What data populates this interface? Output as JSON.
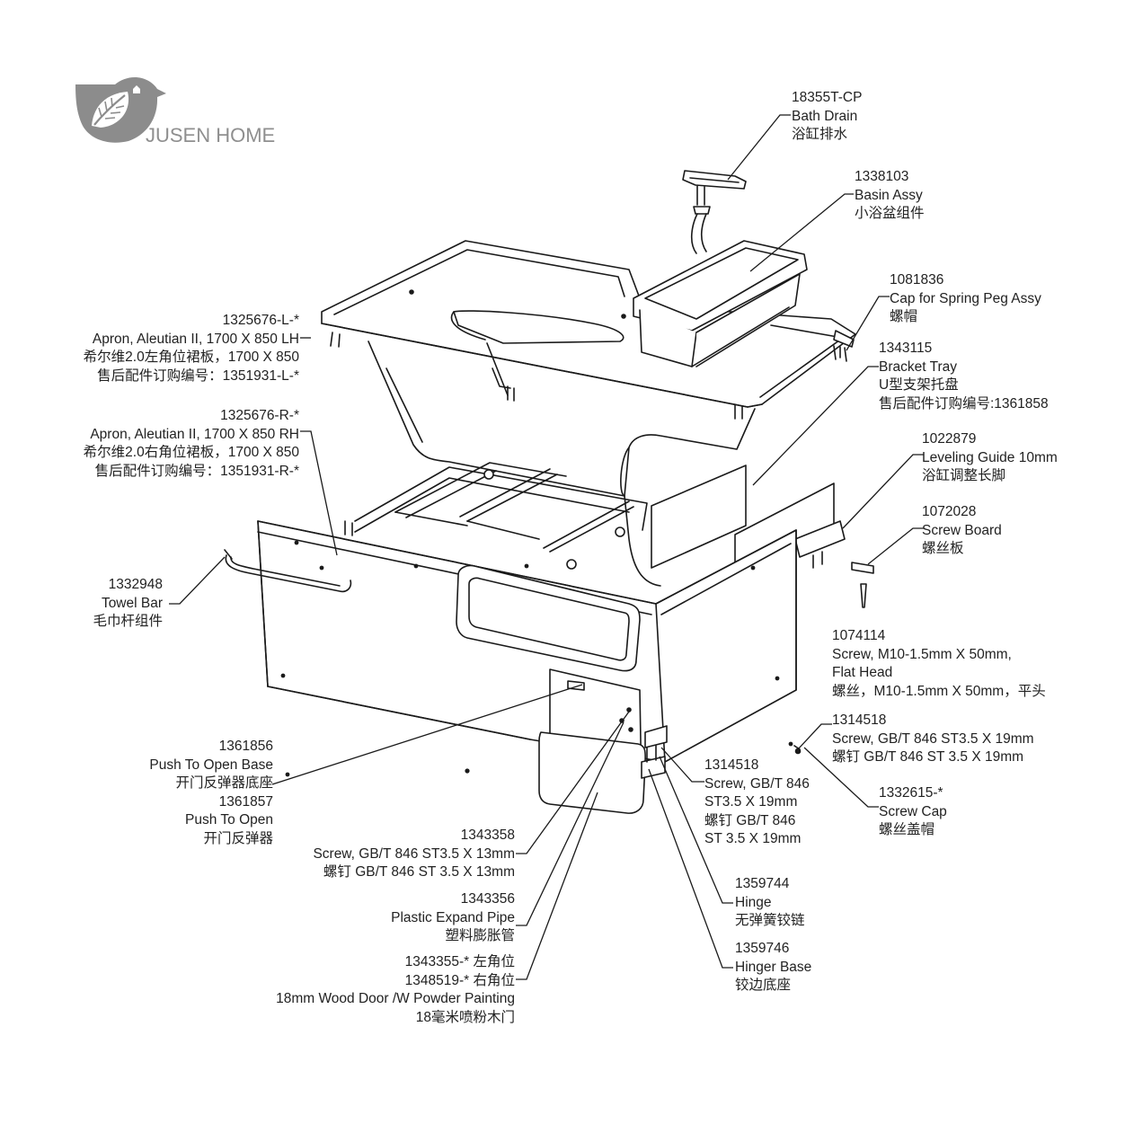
{
  "brand": {
    "name": "JUSEN HOME"
  },
  "labels": [
    {
      "id": "bath-drain",
      "lines": [
        "18355T-CP",
        "Bath Drain",
        "浴缸排水"
      ]
    },
    {
      "id": "basin-assy",
      "lines": [
        "1338103",
        "Basin Assy",
        "小浴盆组件"
      ]
    },
    {
      "id": "cap-spring-peg",
      "lines": [
        "1081836",
        "Cap for Spring Peg Assy",
        "螺帽"
      ]
    },
    {
      "id": "bracket-tray",
      "lines": [
        "1343115",
        "Bracket Tray",
        "U型支架托盘",
        "售后配件订购编号:1361858"
      ]
    },
    {
      "id": "leveling-guide",
      "lines": [
        "1022879",
        "Leveling Guide 10mm",
        "浴缸调整长脚"
      ]
    },
    {
      "id": "screw-board",
      "lines": [
        "1072028",
        "Screw Board",
        "螺丝板"
      ]
    },
    {
      "id": "screw-m10",
      "lines": [
        "1074114",
        "Screw, M10-1.5mm X 50mm,",
        "Flat Head",
        "螺丝，M10-1.5mm X 50mm，平头"
      ]
    },
    {
      "id": "screw-gbt-right",
      "lines": [
        "1314518",
        "Screw, GB/T 846 ST3.5 X 19mm",
        "螺钉 GB/T 846 ST 3.5 X 19mm"
      ]
    },
    {
      "id": "screw-cap",
      "lines": [
        "1332615-*",
        "Screw Cap",
        "螺丝盖帽"
      ]
    },
    {
      "id": "screw-gbt-center",
      "lines": [
        "1314518",
        "Screw, GB/T 846",
        "ST3.5 X 19mm",
        "螺钉 GB/T 846",
        "ST 3.5 X 19mm"
      ]
    },
    {
      "id": "hinge",
      "lines": [
        "1359744",
        "Hinge",
        "无弹簧铰链"
      ]
    },
    {
      "id": "hinge-base",
      "lines": [
        "1359746",
        "Hinger Base",
        "铰边底座"
      ]
    },
    {
      "id": "apron-lh",
      "lines": [
        "1325676-L-*",
        "Apron, Aleutian II, 1700 X 850 LH",
        "希尔维2.0左角位裙板，1700 X 850",
        "售后配件订购编号：1351931-L-*"
      ]
    },
    {
      "id": "apron-rh",
      "lines": [
        "1325676-R-*",
        "Apron, Aleutian II, 1700 X 850 RH",
        "希尔维2.0右角位裙板，1700 X 850",
        "售后配件订购编号：1351931-R-*"
      ]
    },
    {
      "id": "towel-bar",
      "lines": [
        "1332948",
        "Towel Bar",
        "毛巾杆组件"
      ]
    },
    {
      "id": "push-open-base",
      "lines": [
        "1361856",
        "Push To Open Base",
        "开门反弹器底座",
        "1361857",
        "Push To Open",
        "开门反弹器"
      ]
    },
    {
      "id": "screw-13mm",
      "lines": [
        "1343358",
        "Screw, GB/T 846 ST3.5 X 13mm",
        "螺钉 GB/T 846 ST 3.5 X 13mm"
      ]
    },
    {
      "id": "expand-pipe",
      "lines": [
        "1343356",
        "Plastic Expand Pipe",
        "塑料膨胀管"
      ]
    },
    {
      "id": "wood-door",
      "lines": [
        "1343355-*  左角位",
        "1348519-*  右角位",
        "18mm Wood Door /W Powder Painting",
        "18毫米喷粉木门"
      ]
    }
  ]
}
